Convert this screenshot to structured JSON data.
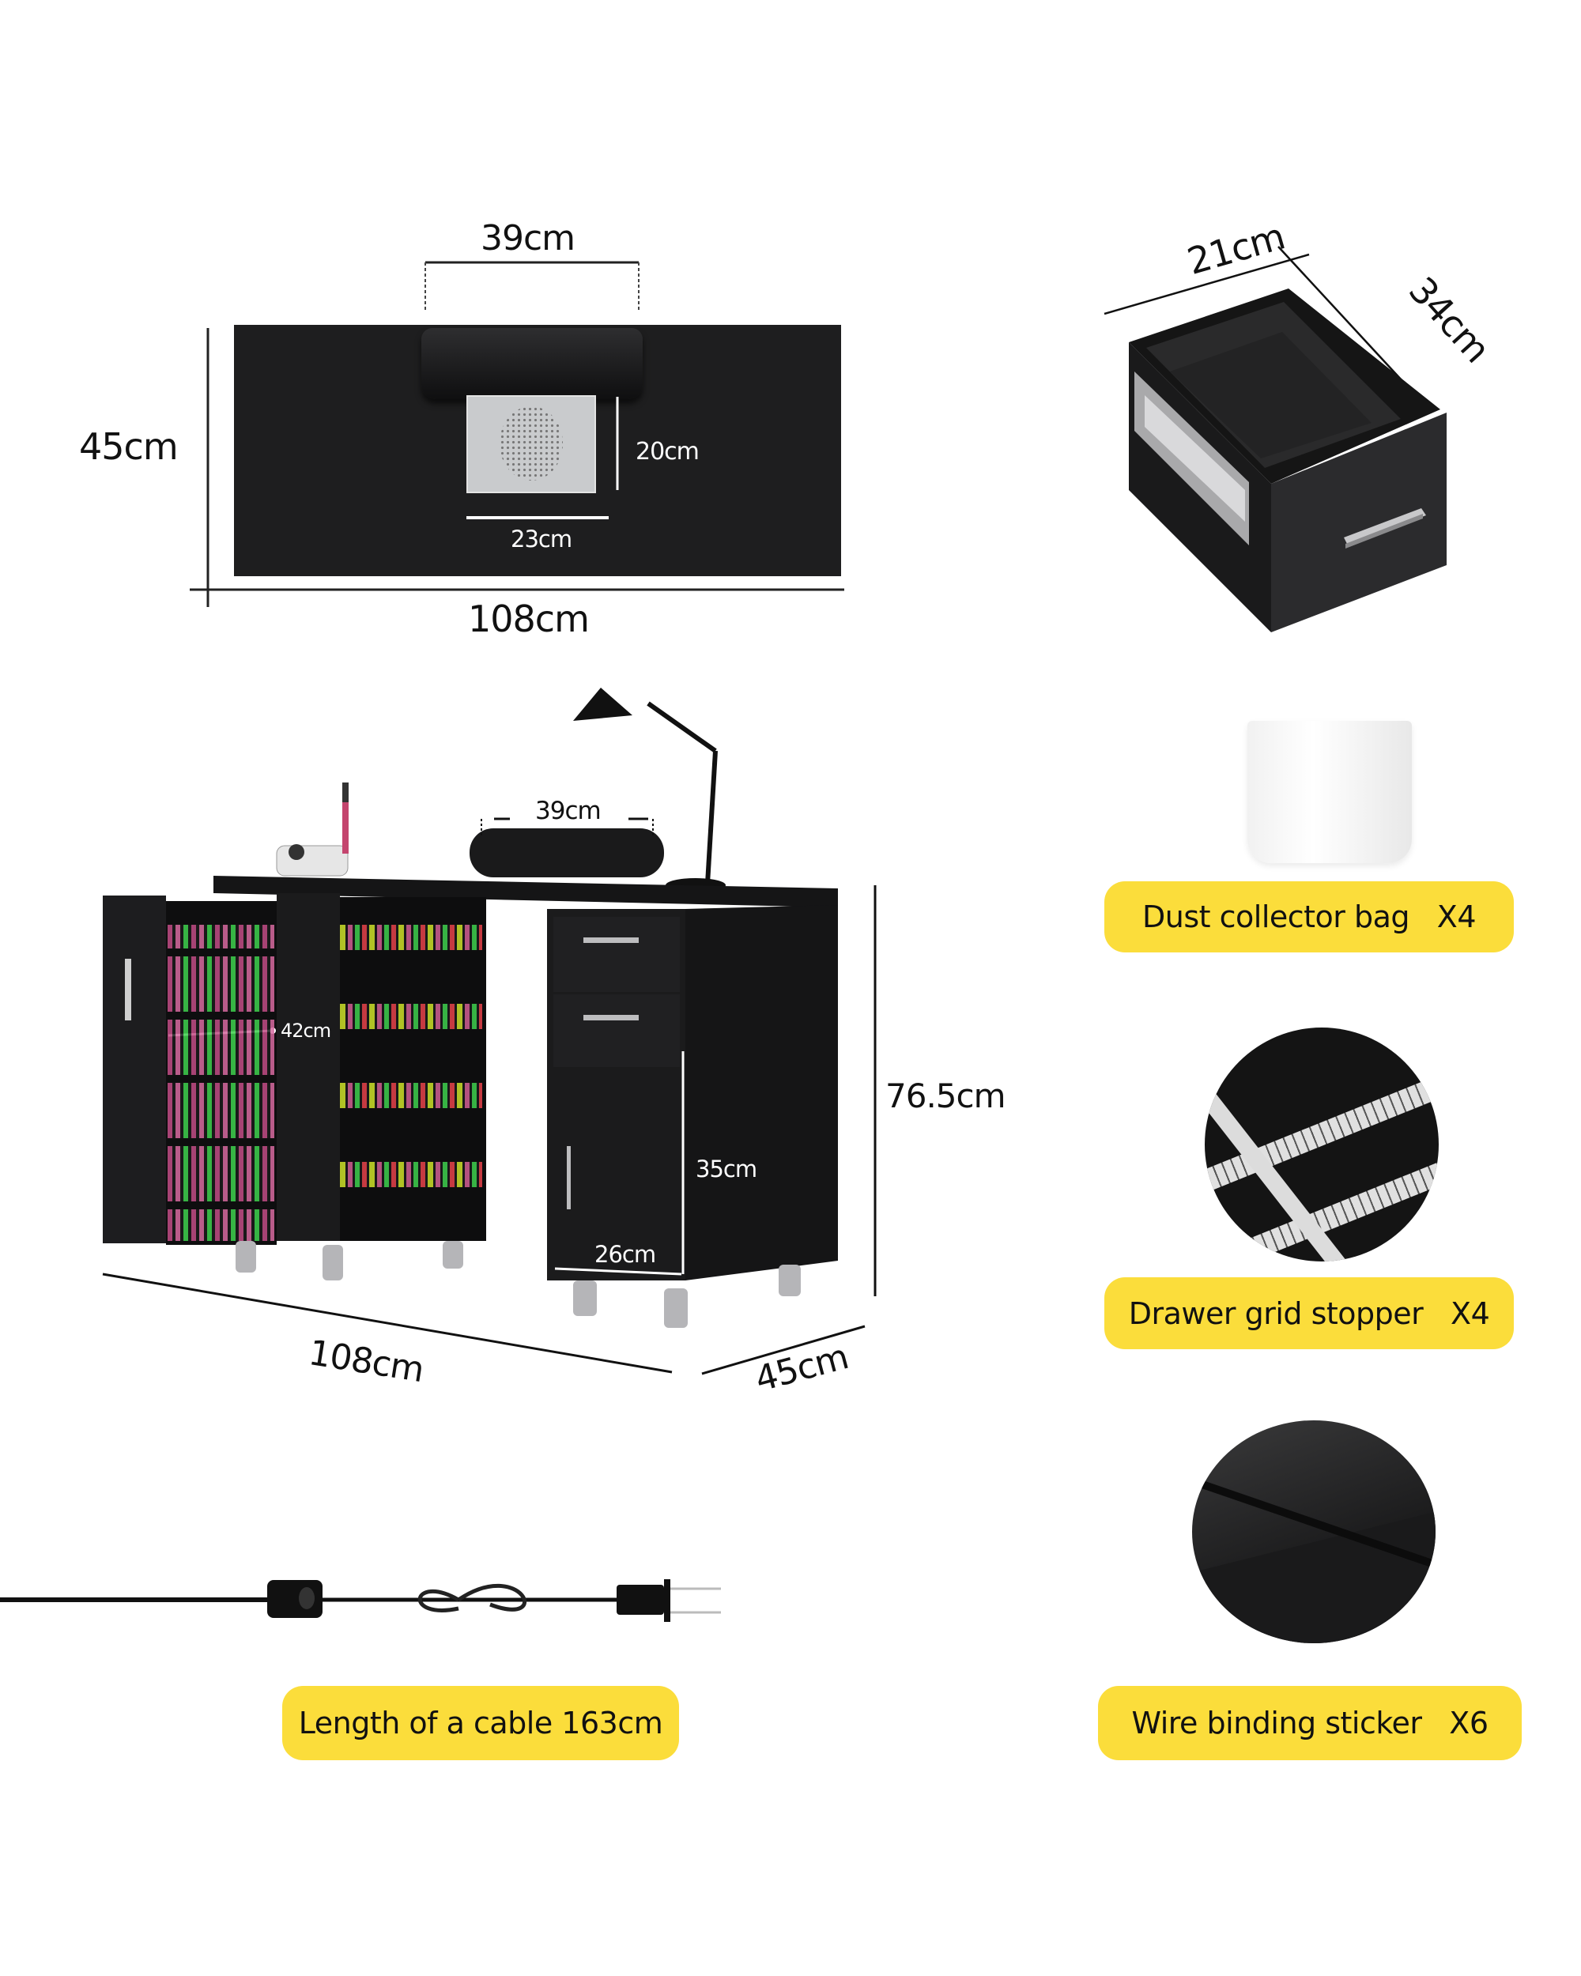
{
  "top_view": {
    "armrest_width": "39cm",
    "depth": "45cm",
    "width": "108cm",
    "fan_height": "20cm",
    "fan_width": "23cm"
  },
  "drawer": {
    "width": "21cm",
    "depth": "34cm"
  },
  "desk_view": {
    "armrest_width": "39cm",
    "shelf_width": "42cm",
    "height": "76.5cm",
    "cabinet_height": "35cm",
    "cabinet_width": "26cm",
    "width": "108cm",
    "depth": "45cm"
  },
  "accessories": [
    {
      "label": "Dust collector bag",
      "qty": "X4",
      "icon": "dust-bag-image"
    },
    {
      "label": "Drawer grid stopper",
      "qty": "X4",
      "icon": "grid-divider-image"
    },
    {
      "label": "Wire binding sticker",
      "qty": "X6",
      "icon": "wire-clip-image"
    }
  ],
  "cable": {
    "label": "Length of a cable 163cm",
    "icon": "power-cable-image"
  },
  "colors": {
    "accent_yellow": "#FBDD3B",
    "furniture_black": "#1c1c1e",
    "text": "#111111"
  }
}
